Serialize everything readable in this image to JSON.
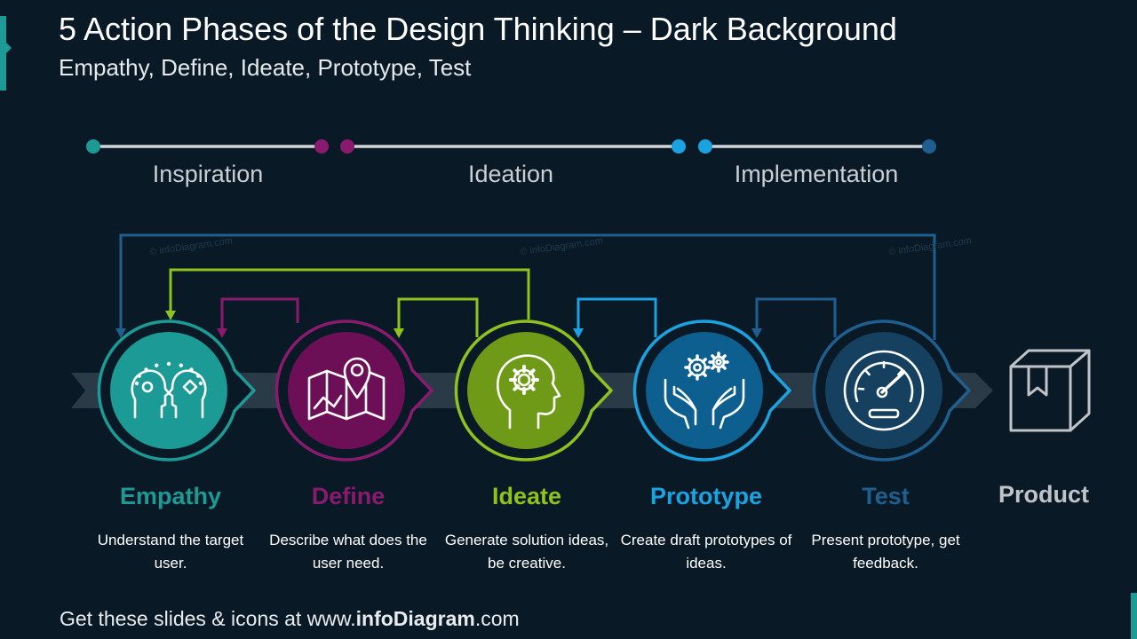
{
  "header": {
    "title": "5 Action Phases of the Design Thinking – Dark Background",
    "subtitle": "Empathy, Define, Ideate, Prototype, Test"
  },
  "stages": [
    {
      "label": "Inspiration",
      "color_start": "#1b9a96",
      "color_end": "#8a1a6e"
    },
    {
      "label": "Ideation",
      "color_start": "#8a1a6e",
      "color_end": "#1aa3e0"
    },
    {
      "label": "Implementation",
      "color_start": "#1aa3e0",
      "color_end": "#1f5f8f"
    }
  ],
  "phases": [
    {
      "title": "Empathy",
      "description": "Understand the target user.",
      "color": "#1b9a96",
      "fill": "#1b9a96",
      "icon": "two-heads-empathy-icon"
    },
    {
      "title": "Define",
      "description": "Describe what does the user need.",
      "color": "#8a1a6e",
      "fill": "#6d0f57",
      "icon": "map-pin-icon"
    },
    {
      "title": "Ideate",
      "description": "Generate solution ideas, be creative.",
      "color": "#8dc21f",
      "fill": "#6e9a17",
      "icon": "head-gear-icon"
    },
    {
      "title": "Prototype",
      "description": "Create draft prototypes of ideas.",
      "color": "#1aa3e0",
      "fill": "#0d5f8f",
      "icon": "hands-gears-icon"
    },
    {
      "title": "Test",
      "description": "Present prototype, get feedback.",
      "color": "#1f5f8f",
      "fill": "#16405f",
      "icon": "speedometer-icon"
    }
  ],
  "product": {
    "label": "Product",
    "icon": "box-icon",
    "color": "#bfc4c9"
  },
  "footer": {
    "prefix": "Get these slides & icons at www.",
    "brand": "infoDiagram",
    "suffix": ".com"
  },
  "watermark": "© infoDiagram.com"
}
